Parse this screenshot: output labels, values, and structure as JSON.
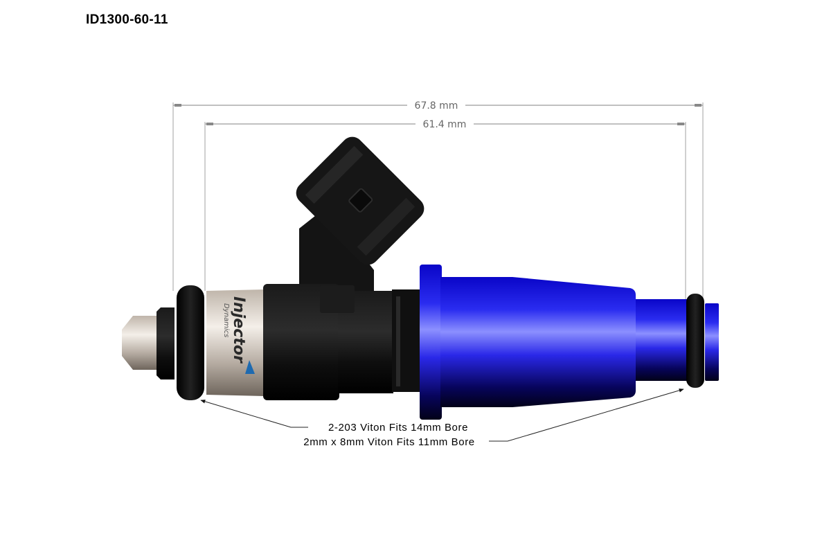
{
  "title": "ID1300-60-11",
  "dimensions": {
    "overall": "67.8 mm",
    "inner": "61.4 mm"
  },
  "notes": {
    "line1": "2-203 Viton Fits 14mm Bore",
    "line2": "2mm x 8mm Viton Fits 11mm Bore"
  },
  "logo": {
    "brand": "Injector",
    "sub": "Dynamics"
  },
  "colors": {
    "body_blue": "#1a10e0",
    "body_black": "#0c0c0c",
    "sleeve_metal": "#d8d0c6",
    "dim_line": "#9a9a9a"
  }
}
